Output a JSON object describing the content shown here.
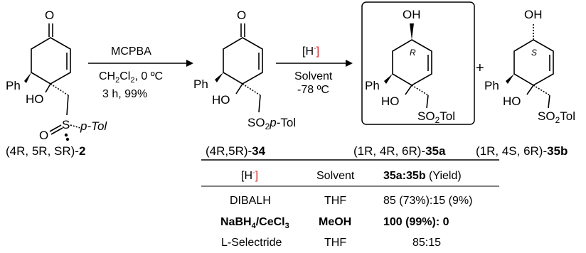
{
  "reagents": {
    "step1_top": "MCPBA",
    "step1_solvent": "CH2Cl2",
    "step1_temp": "0 ºC",
    "step1_time": "3 h",
    "step1_yield": "99%",
    "step2_top": "[H-]",
    "step2_solvent": "Solvent",
    "step2_temp": "-78 ºC"
  },
  "compounds": {
    "c2_label_config": "(4R, 5R, SR)-",
    "c2_label_num": "2",
    "c34_label_config": "(4R,5R)-",
    "c34_label_num": "34",
    "c35a_label_config": "(1R, 4R, 6R)-",
    "c35a_label_num": "35a",
    "c35b_label_config": "(1R, 4S, 6R)-",
    "c35b_label_num": "35b",
    "ring_R": "R",
    "ring_S": "S"
  },
  "atoms": {
    "O": "O",
    "OH": "OH",
    "HO": "HO",
    "Ph": "Ph",
    "S": "S",
    "pTol": "p-Tol",
    "SO2pTol": "SO2p-Tol",
    "SO2Tol": "SO2Tol",
    "plus": "+"
  },
  "table": {
    "headers": [
      "[H-]",
      "Solvent",
      "35a:35b",
      "(Yield)"
    ],
    "rows": [
      {
        "reagent": "DIBALH",
        "solvent": "THF",
        "result": "85 (73%):15 (9%)",
        "bold": false
      },
      {
        "reagent": "NaBH4/CeCl3",
        "solvent": "MeOH",
        "result": "100 (99%): 0",
        "bold": true
      },
      {
        "reagent": "L-Selectride",
        "solvent": "THF",
        "result": "85:15",
        "bold": false
      }
    ]
  }
}
